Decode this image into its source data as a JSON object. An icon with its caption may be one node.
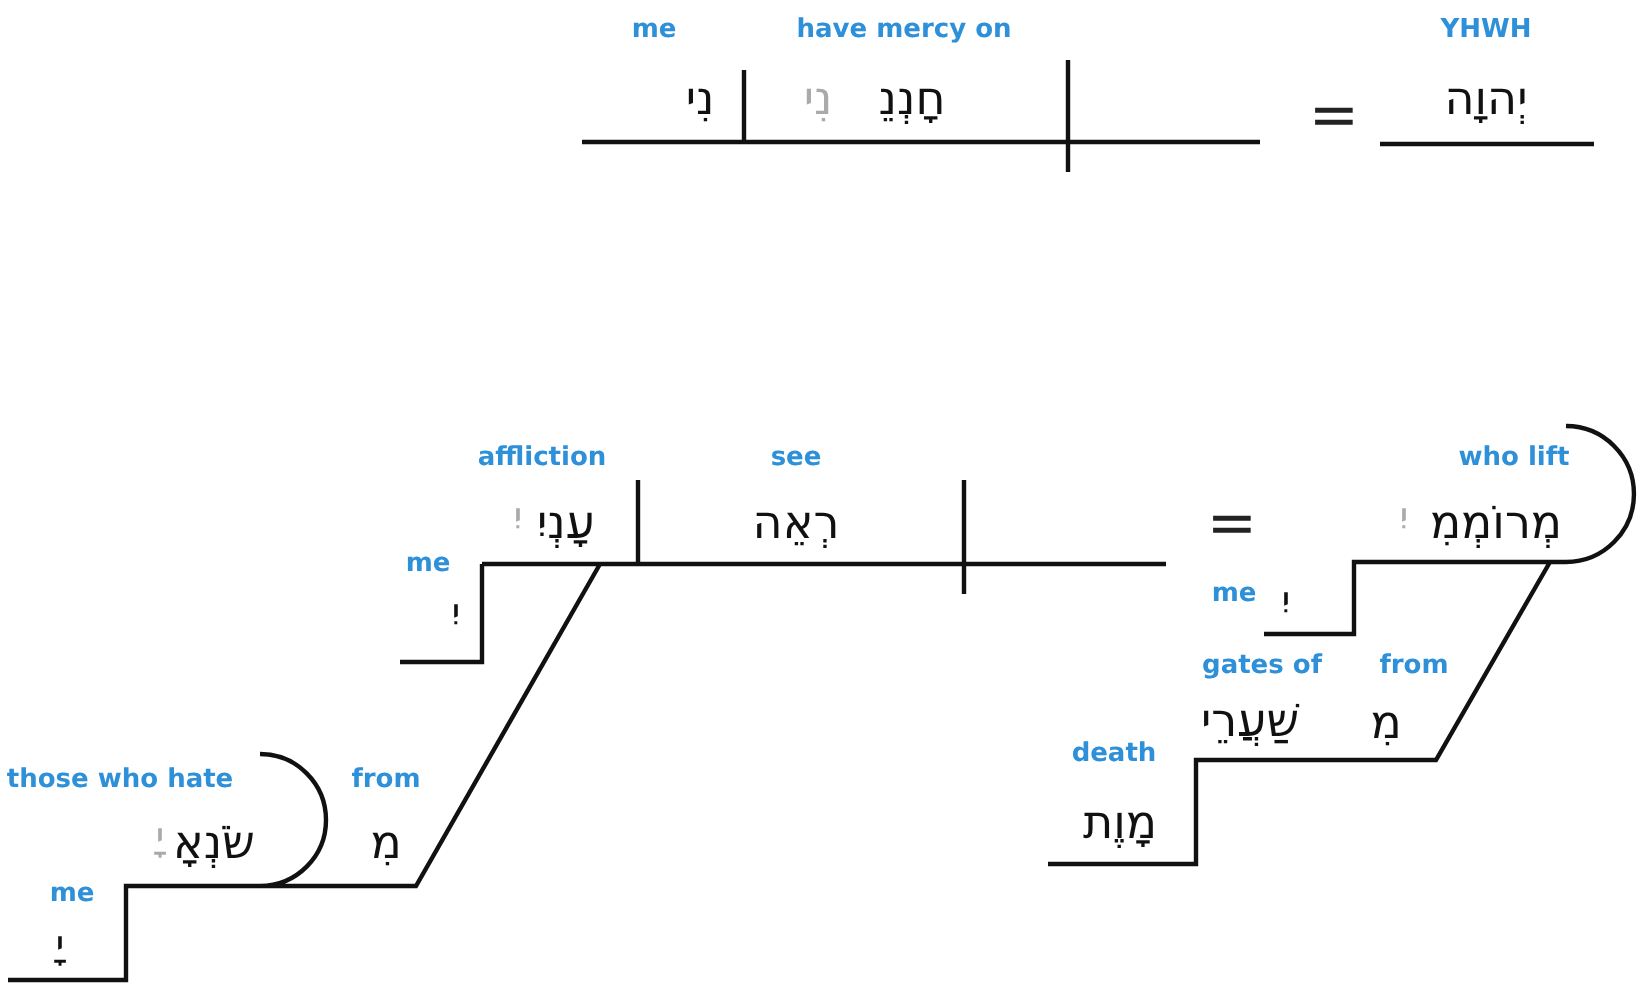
{
  "diagram": {
    "labels": [
      "me",
      "have mercy on",
      "YHWH",
      "נִי",
      "נִי",
      "חָנְנֵ",
      "=",
      "יְהוָה",
      "affliction",
      "see",
      "who lift",
      "יִ",
      "עָנְיִ",
      "רְאֵה",
      "=",
      "יִ",
      "מְרוֹמְמִ",
      "me",
      "יִ",
      "me",
      "יִ",
      "gates of",
      "from",
      "שַׁעֲרֵי",
      "מִ",
      "death",
      "מָוֶת",
      "those who hate",
      "from",
      "יָ",
      "שֹׂנְאָ",
      "מִ",
      "me",
      "יָ"
    ]
  }
}
